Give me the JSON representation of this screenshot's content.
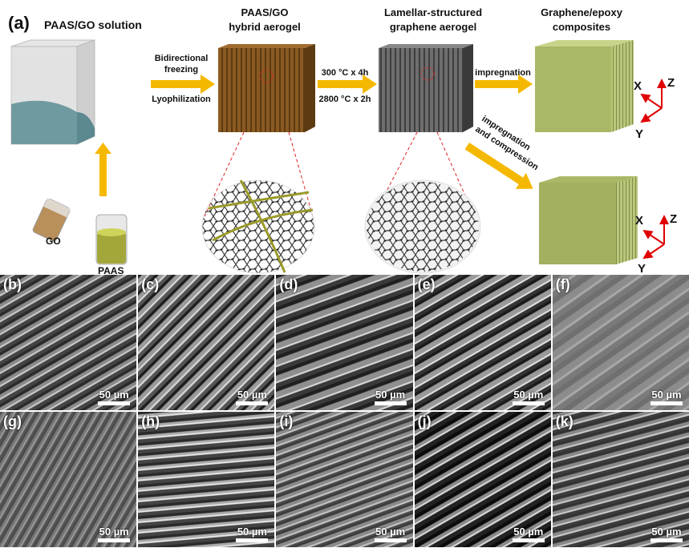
{
  "panel_a": {
    "label": "(a)",
    "solution_title": "PAAS/GO solution",
    "hybrid_title_1": "PAAS/GO",
    "hybrid_title_2": "hybrid aerogel",
    "lamellar_title_1": "Lamellar-structured",
    "lamellar_title_2": "graphene aerogel",
    "composite_title_1": "Graphene/epoxy",
    "composite_title_2": "composites",
    "step1_top_1": "Bidirectional",
    "step1_top_2": "freezing",
    "step1_bottom": "Lyophilization",
    "step2_top": "300 °C x 4h",
    "step2_bottom": "2800 °C x 2h",
    "step3": "impregnation",
    "step4_1": "impregnation",
    "step4_2": "and compression",
    "go_label": "GO",
    "paas_label": "PAAS",
    "axis_x": "X",
    "axis_y": "Y",
    "axis_z": "Z",
    "arrow_color": "#f5b800",
    "axis_color": "#e00000"
  },
  "sem_panels": [
    {
      "label": "(b)",
      "scale": "50 µm"
    },
    {
      "label": "(c)",
      "scale": "50 µm"
    },
    {
      "label": "(d)",
      "scale": "50 µm"
    },
    {
      "label": "(e)",
      "scale": "50 µm"
    },
    {
      "label": "(f)",
      "scale": "50 µm"
    },
    {
      "label": "(g)",
      "scale": "50 µm"
    },
    {
      "label": "(h)",
      "scale": "50 µm"
    },
    {
      "label": "(i)",
      "scale": "50 µm"
    },
    {
      "label": "(j)",
      "scale": "50 µm"
    },
    {
      "label": "(k)",
      "scale": "50 µm"
    }
  ]
}
